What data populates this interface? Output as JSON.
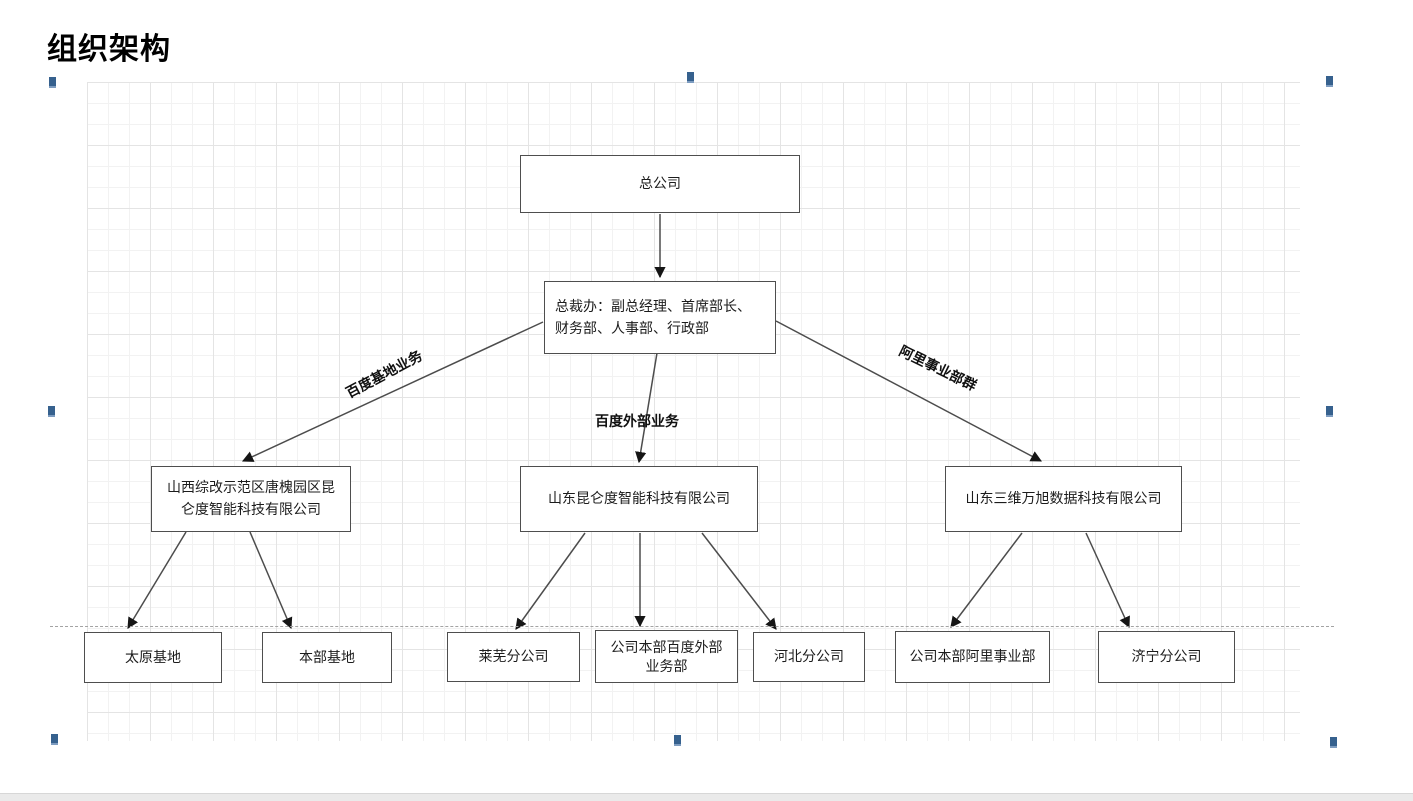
{
  "page": {
    "title": "组织架构"
  },
  "diagram": {
    "nodes": [
      {
        "id": "hq",
        "label": "总公司"
      },
      {
        "id": "president-office",
        "label": "总裁办：副总经理、首席部长、\n财务部、人事部、行政部"
      },
      {
        "id": "shanxi-company",
        "label": "山西综改示范区唐槐园区昆\n仑度智能科技有限公司"
      },
      {
        "id": "shandong-kunlundu",
        "label": "山东昆仑度智能科技有限公司"
      },
      {
        "id": "shandong-sanwei",
        "label": "山东三维万旭数据科技有限公司"
      },
      {
        "id": "taiyuan-base",
        "label": "太原基地"
      },
      {
        "id": "benbu-base",
        "label": "本部基地"
      },
      {
        "id": "laiwu-branch",
        "label": "莱芜分公司"
      },
      {
        "id": "hq-baidu-dept",
        "label": "公司本部百度外部\n业务部"
      },
      {
        "id": "hebei-branch",
        "label": "河北分公司"
      },
      {
        "id": "hq-ali-dept",
        "label": "公司本部阿里事业部"
      },
      {
        "id": "jining-branch",
        "label": "济宁分公司"
      }
    ],
    "edge_labels": [
      {
        "label": "百度基地业务"
      },
      {
        "label": "百度外部业务"
      },
      {
        "label": "阿里事业部群"
      }
    ],
    "colors": {
      "box_border": "#4e4e4e",
      "connector": "#4c4c4c",
      "selection_handle": "#36618e",
      "grid_major": "#e4e4e4",
      "grid_minor": "#f2f2f2"
    }
  }
}
